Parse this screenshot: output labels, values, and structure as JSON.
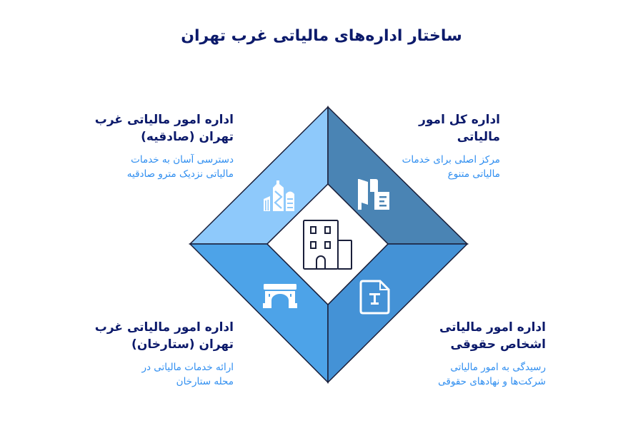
{
  "title": "ساختار اداره‌های مالیاتی غرب تهران",
  "center": {
    "icon": "office-building-icon"
  },
  "colors": {
    "title": "#0c1a6b",
    "heading": "#0c1a6b",
    "description": "#2f8ef0",
    "top_left_quadrant": "#8ec9fb",
    "top_right_quadrant": "#4a84b4",
    "bottom_left_quadrant": "#4da3e8",
    "bottom_right_quadrant": "#4492d6",
    "outline": "#1a1f3a"
  },
  "quadrants": {
    "top_right": {
      "heading_line1": "اداره کل امور",
      "heading_line2": "مالیاتی",
      "desc_line1": "مرکز اصلی برای خدمات",
      "desc_line2": "مالیاتی متنوع",
      "icon": "flag-bank-icon"
    },
    "top_left": {
      "heading_line1": "اداره امور مالیاتی غرب",
      "heading_line2": "تهران (صادقیه)",
      "desc_line1": "دسترسی آسان به خدمات",
      "desc_line2": "مالیاتی نزدیک مترو صادقیه",
      "icon": "city-buildings-icon"
    },
    "bottom_left": {
      "heading_line1": "اداره امور مالیاتی غرب",
      "heading_line2": "تهران (ستارخان)",
      "desc_line1": "ارائه خدمات مالیاتی در",
      "desc_line2": "محله ستارخان",
      "icon": "arch-gate-icon"
    },
    "bottom_right": {
      "heading_line1": "اداره امور مالیاتی",
      "heading_line2": "اشخاص حقوقی",
      "desc_line1": "رسیدگی به امور مالیاتی",
      "desc_line2": "شرکت‌ها و نهادهای حقوقی",
      "icon": "text-document-icon"
    }
  }
}
